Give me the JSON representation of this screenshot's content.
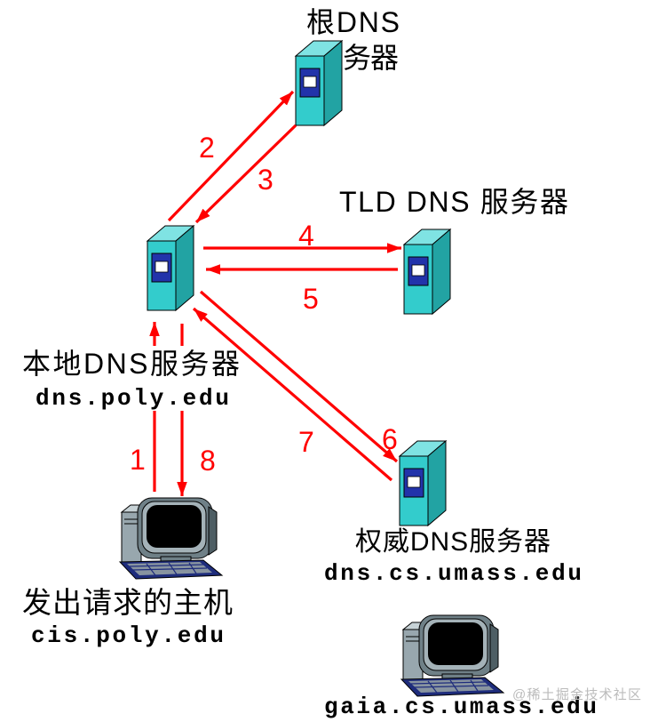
{
  "servers": {
    "root": {
      "label_line1": "根DNS",
      "label_line2": "务器"
    },
    "tld": {
      "label": "TLD DNS 服务器"
    },
    "local": {
      "label": "本地DNS服务器",
      "hostname": "dns.poly.edu"
    },
    "authoritative": {
      "label": "权威DNS服务器",
      "hostname": "dns.cs.umass.edu"
    }
  },
  "hosts": {
    "requesting": {
      "label": "发出请求的主机",
      "hostname": "cis.poly.edu"
    },
    "target": {
      "hostname": "gaia.cs.umass.edu"
    }
  },
  "steps": [
    {
      "number": "1"
    },
    {
      "number": "2"
    },
    {
      "number": "3"
    },
    {
      "number": "4"
    },
    {
      "number": "5"
    },
    {
      "number": "6"
    },
    {
      "number": "7"
    },
    {
      "number": "8"
    }
  ],
  "watermark": "@稀土掘金技术社区",
  "icons": {
    "server": "dns-server-tower-icon",
    "host": "desktop-computer-icon"
  },
  "colors": {
    "arrow": "#FF0000",
    "text": "#000000",
    "server_front": "#33CCCC",
    "server_top": "#7FE3E3",
    "server_side": "#22A3A3",
    "server_screen": "#2233AA",
    "watermark": "#BBBBBB"
  }
}
